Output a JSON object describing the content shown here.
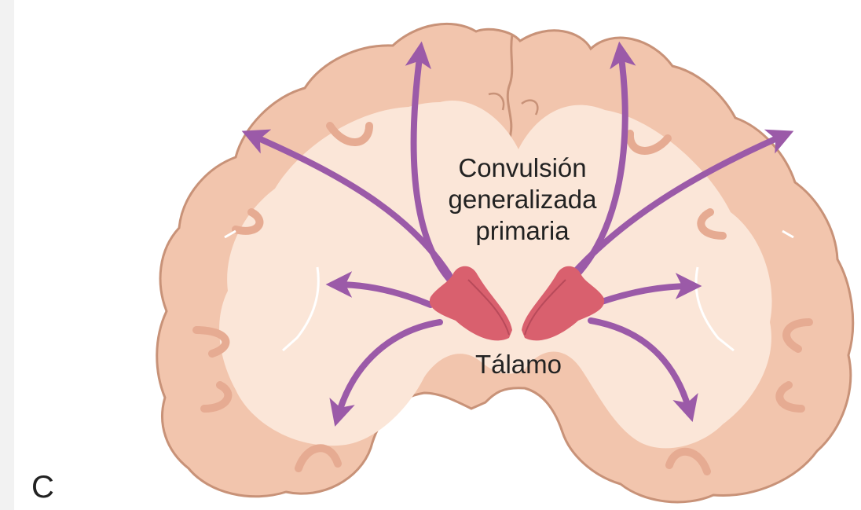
{
  "diagram": {
    "labels": {
      "seizure_line1": "Convulsión",
      "seizure_line2": "generalizada",
      "seizure_line3": "primaria",
      "thalamus": "Tálamo",
      "panel": "C"
    },
    "colors": {
      "tissue": "#f2c5ad",
      "tissue_edge": "#c89278",
      "white_matter": "#fbe6d8",
      "thalamus": "#d9606e",
      "arrow": "#9b5aa8",
      "text": "#222222"
    }
  }
}
